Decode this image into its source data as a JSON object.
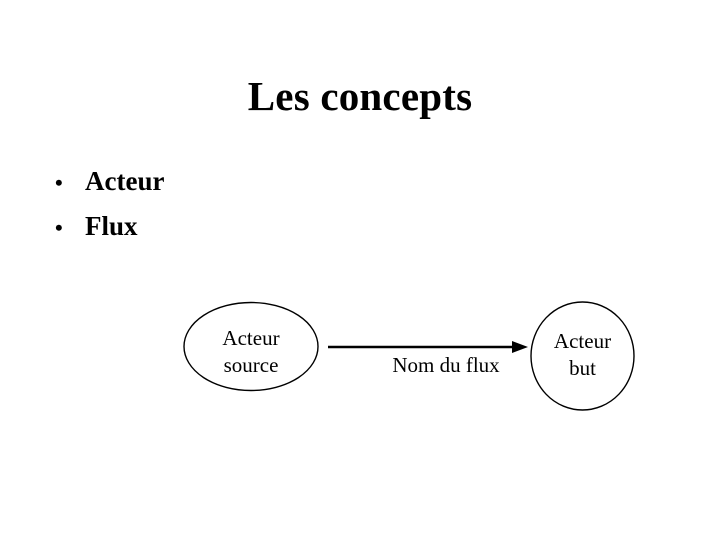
{
  "slide": {
    "title": "Les concepts",
    "background_color": "#ffffff",
    "text_color": "#000000",
    "bullets": [
      {
        "glyph": "•",
        "label": "Acteur"
      },
      {
        "glyph": "•",
        "label": "Flux"
      }
    ],
    "diagram": {
      "source_node": {
        "line1": "Acteur",
        "line2": "source"
      },
      "target_node": {
        "line1": "Acteur",
        "line2": "but"
      },
      "flow": {
        "label": "Nom du flux",
        "direction": "left-to-right"
      }
    }
  }
}
